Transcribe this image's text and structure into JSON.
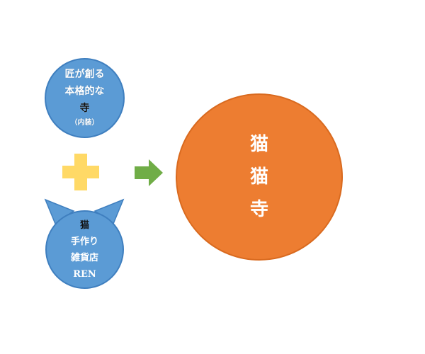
{
  "left_top_circle": {
    "lines": [
      "匠が創る",
      "本格的な",
      "寺",
      "（内装）"
    ]
  },
  "cat_circle": {
    "lines": [
      "猫",
      "手作り",
      "雑貨店",
      "REN"
    ]
  },
  "result_circle": {
    "lines": [
      "猫",
      "猫",
      "寺"
    ]
  },
  "colors": {
    "blue": "#5b9bd5",
    "orange": "#ed7d31",
    "yellow_plus": "#ffd966",
    "green_arrow": "#70ad47"
  },
  "icons": {
    "plus": "plus-icon",
    "arrow": "right-arrow-icon"
  }
}
